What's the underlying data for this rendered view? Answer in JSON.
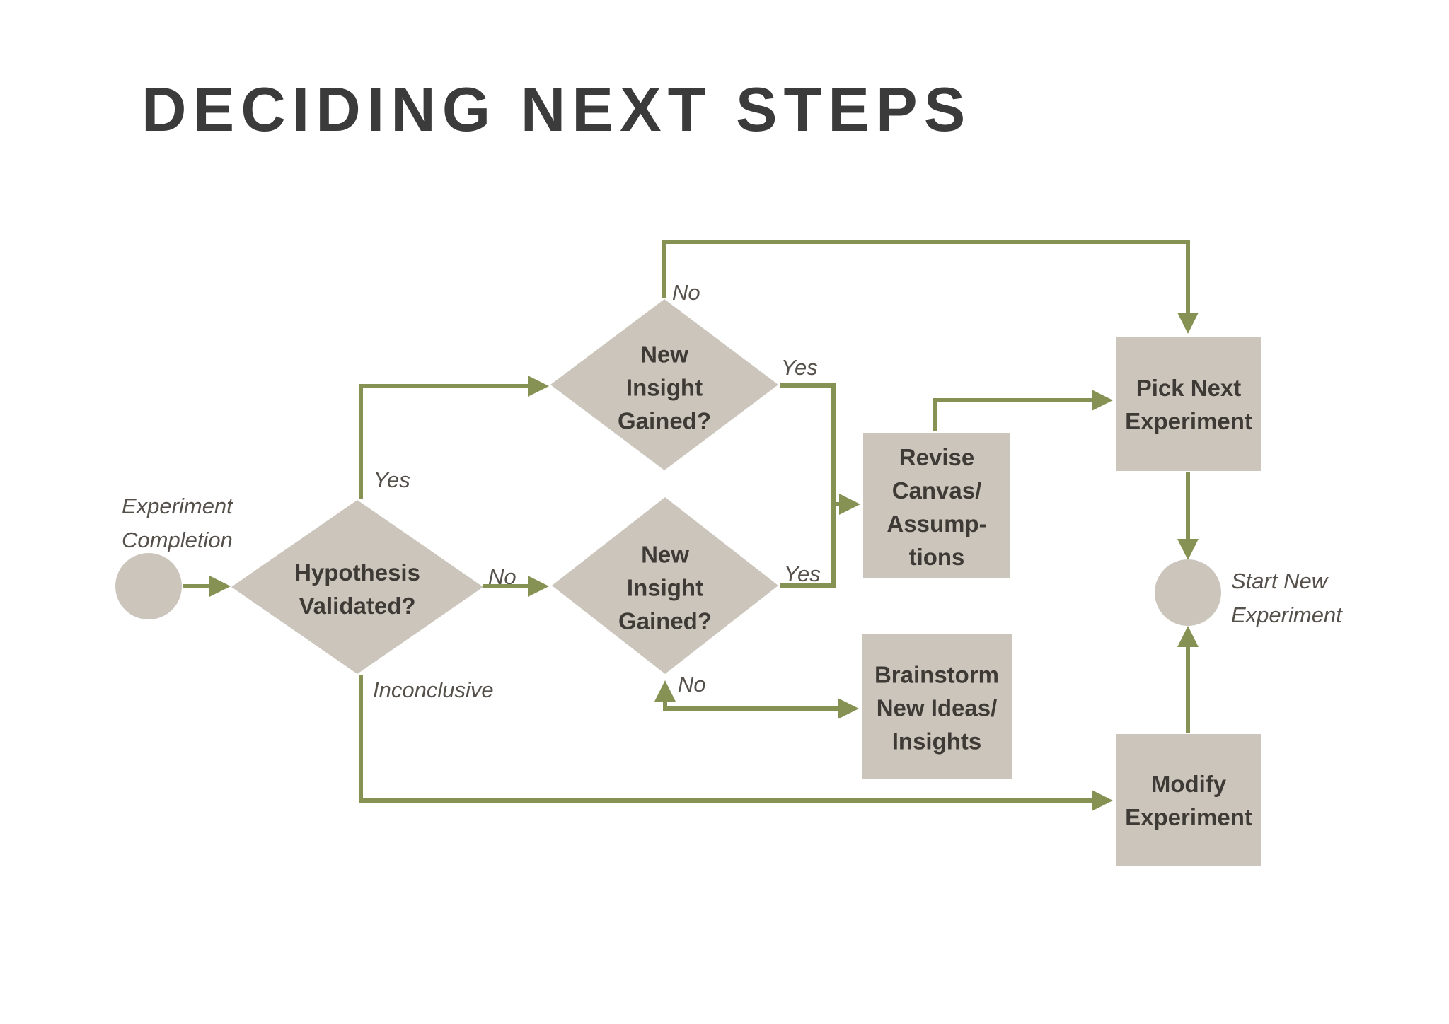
{
  "title": "DECIDING NEXT STEPS",
  "colors": {
    "connector": "#869253",
    "shape_fill": "#cbc5bc",
    "node_text": "#3e3a35",
    "label_text": "#55504a",
    "title_text": "#3b3b3b",
    "background": "#ffffff"
  },
  "nodes": {
    "start": {
      "type": "circle",
      "label": "Experiment\nCompletion"
    },
    "hypothesis": {
      "type": "decision",
      "label": "Hypothesis\nValidated?"
    },
    "insight_top": {
      "type": "decision",
      "label": "New\nInsight\nGained?"
    },
    "insight_mid": {
      "type": "decision",
      "label": "New\nInsight\nGained?"
    },
    "revise": {
      "type": "process",
      "label": "Revise\nCanvas/\nAssump-\ntions"
    },
    "brainstorm": {
      "type": "process",
      "label": "Brainstorm\nNew Ideas/\nInsights"
    },
    "pick_next": {
      "type": "process",
      "label": "Pick Next\nExperiment"
    },
    "modify": {
      "type": "process",
      "label": "Modify\nExperiment"
    },
    "end": {
      "type": "circle",
      "label": "Start New\nExperiment"
    }
  },
  "edge_labels": {
    "hypothesis_yes": "Yes",
    "hypothesis_no": "No",
    "hypothesis_inconclusive": "Inconclusive",
    "insight_top_no": "No",
    "insight_top_yes": "Yes",
    "insight_mid_yes": "Yes",
    "insight_mid_no": "No"
  }
}
